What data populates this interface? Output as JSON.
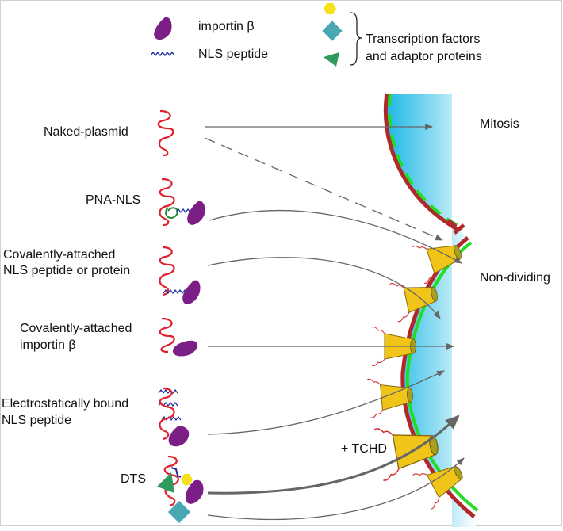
{
  "legend": {
    "importin": "importin β",
    "nls_peptide": "NLS peptide",
    "tf_line1": "Transcription factors",
    "tf_line2": "and adaptor proteins"
  },
  "rows": {
    "naked": "Naked-plasmid",
    "pna": "PNA-NLS",
    "cov_nls_1": "Covalently-attached",
    "cov_nls_2": "NLS peptide or protein",
    "cov_imp_1": "Covalently-attached",
    "cov_imp_2": "importin β",
    "electro_1": "Electrostatically bound",
    "electro_2": "NLS peptide",
    "dts": "DTS"
  },
  "states": {
    "mitosis": "Mitosis",
    "non_dividing": "Non-dividing",
    "tchd": "+ TCHD"
  },
  "colors": {
    "dna": "#e0202a",
    "importin": "#7b1f86",
    "nls": "#1a2aa0",
    "pna": "#1f8a3a",
    "pore": "#f0c419",
    "pore_edge": "#8a6a10",
    "membrane_red": "#b0282a",
    "membrane_green": "#22dd22",
    "nucleus": "#3ec8ea",
    "arrow": "#666666",
    "tf_hexagon": "#f5e21a",
    "tf_diamond": "#4aa8b4",
    "tf_triangle": "#2e9a5c"
  }
}
